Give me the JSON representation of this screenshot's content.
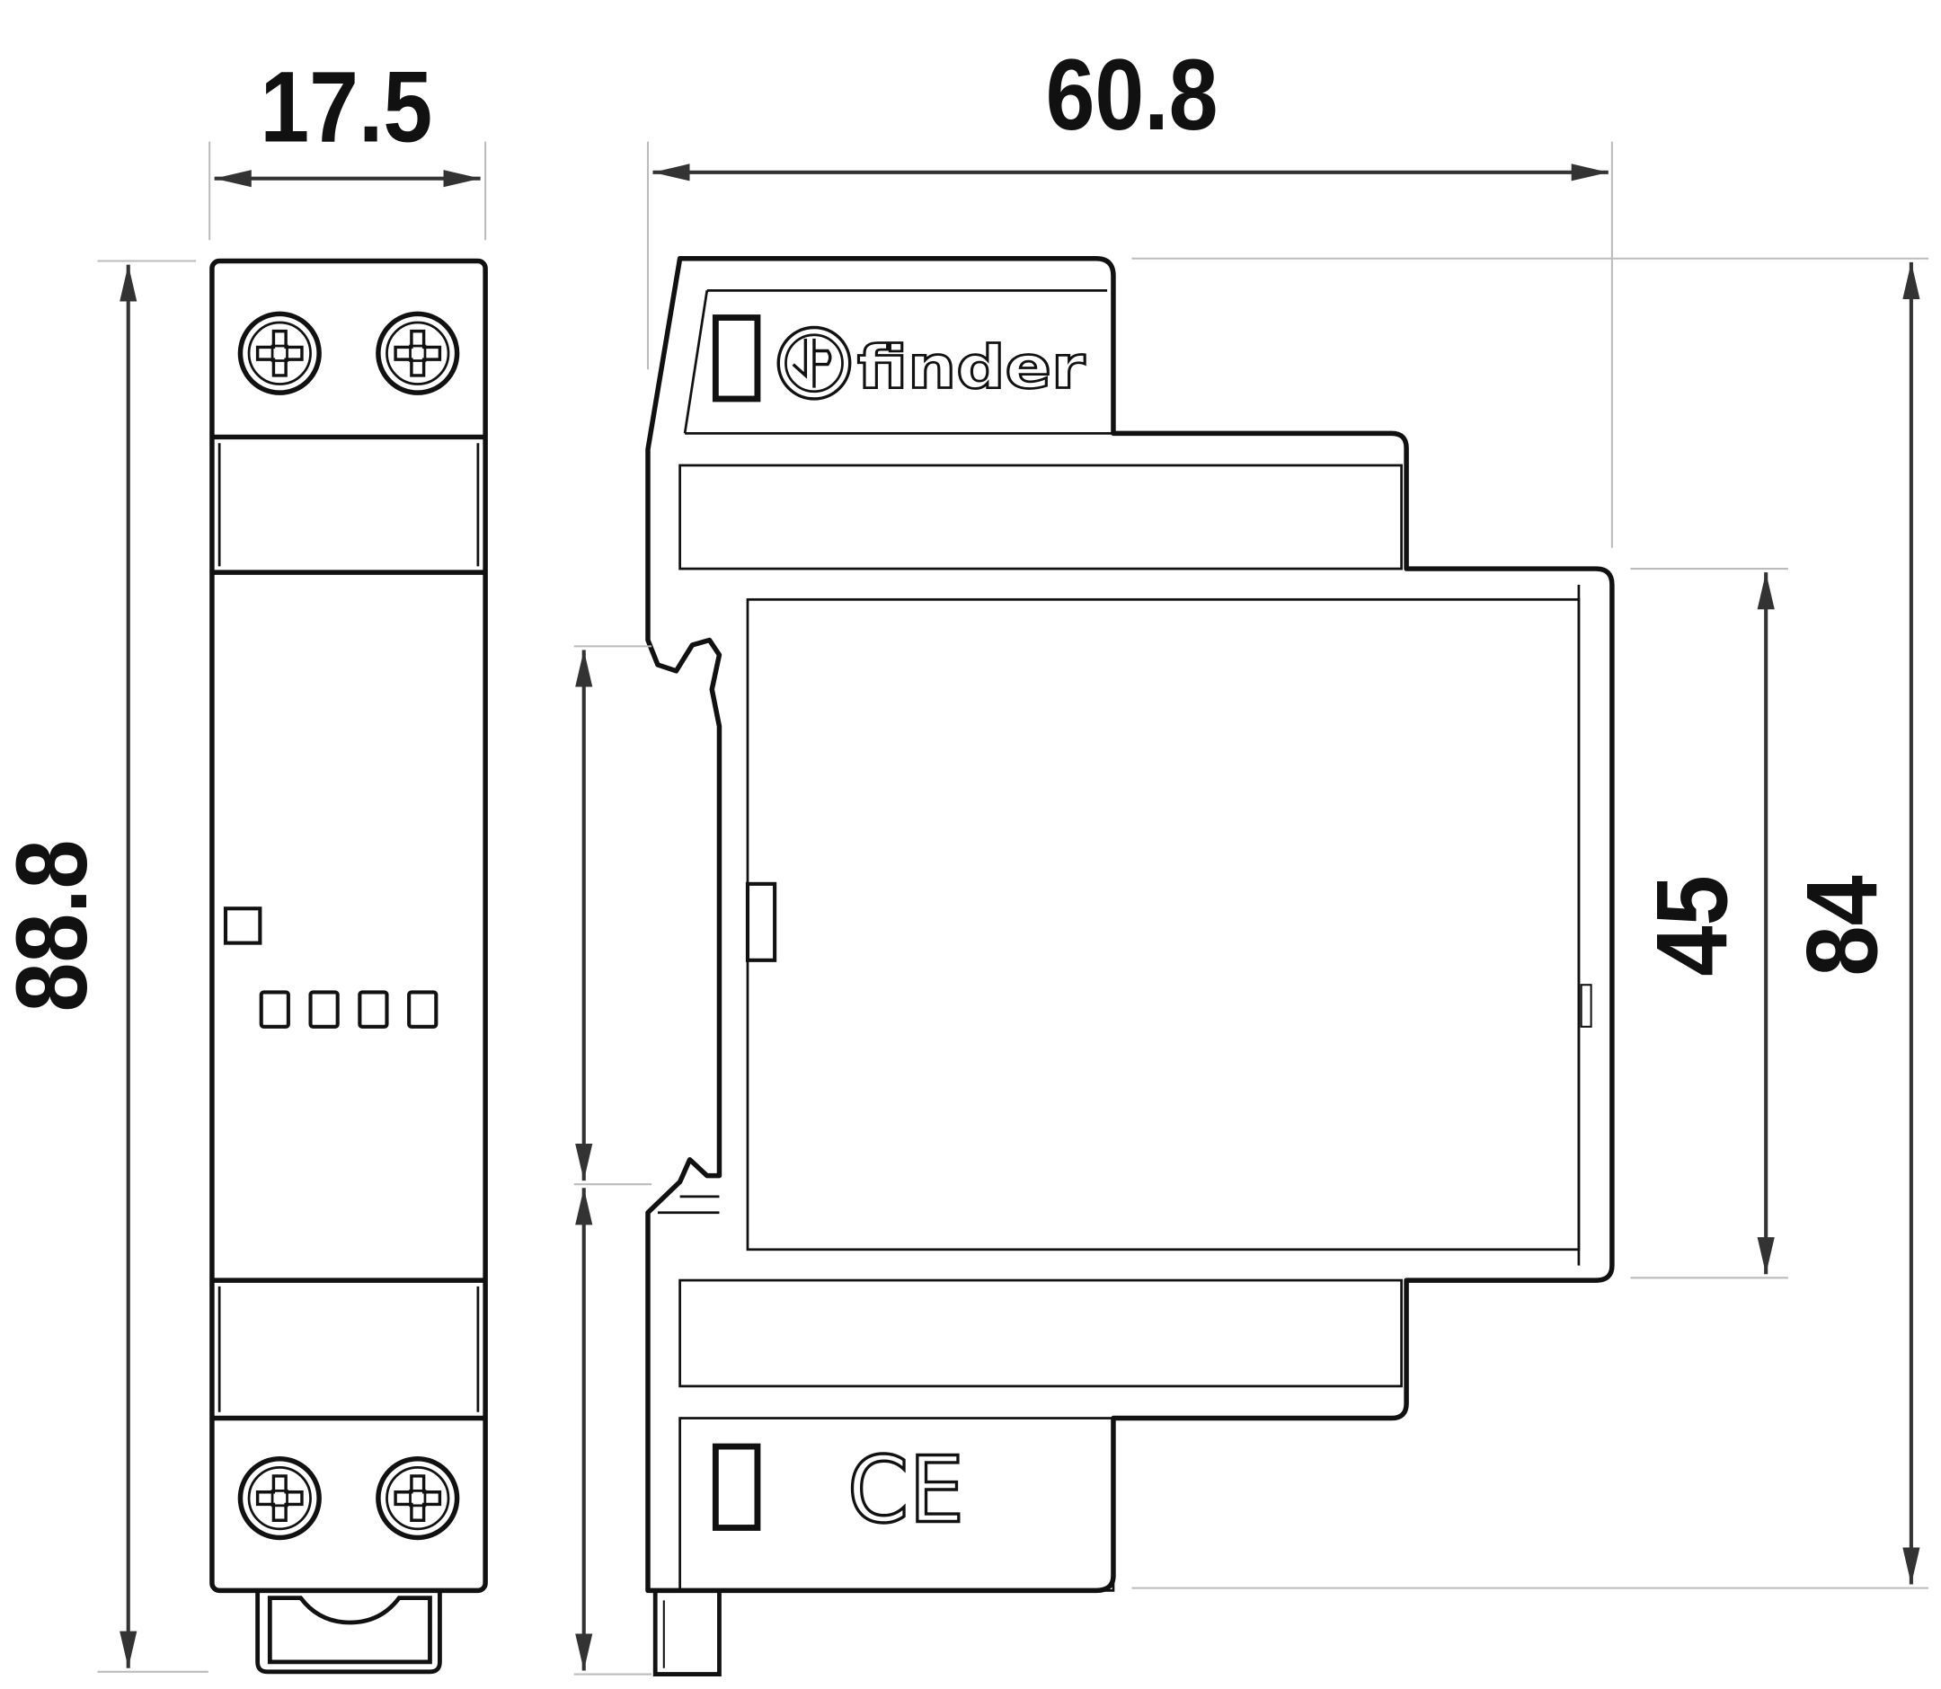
{
  "dimensions": {
    "width_front": "17.5",
    "depth_side": "60.8",
    "height_total": "88.8",
    "height_front_face": "45",
    "height_body": "84"
  },
  "marks": {
    "brand_logo": "finder",
    "certification": "CE"
  },
  "colors": {
    "line": "#111111",
    "extension_line": "#bbbbbb",
    "background": "#ffffff"
  }
}
